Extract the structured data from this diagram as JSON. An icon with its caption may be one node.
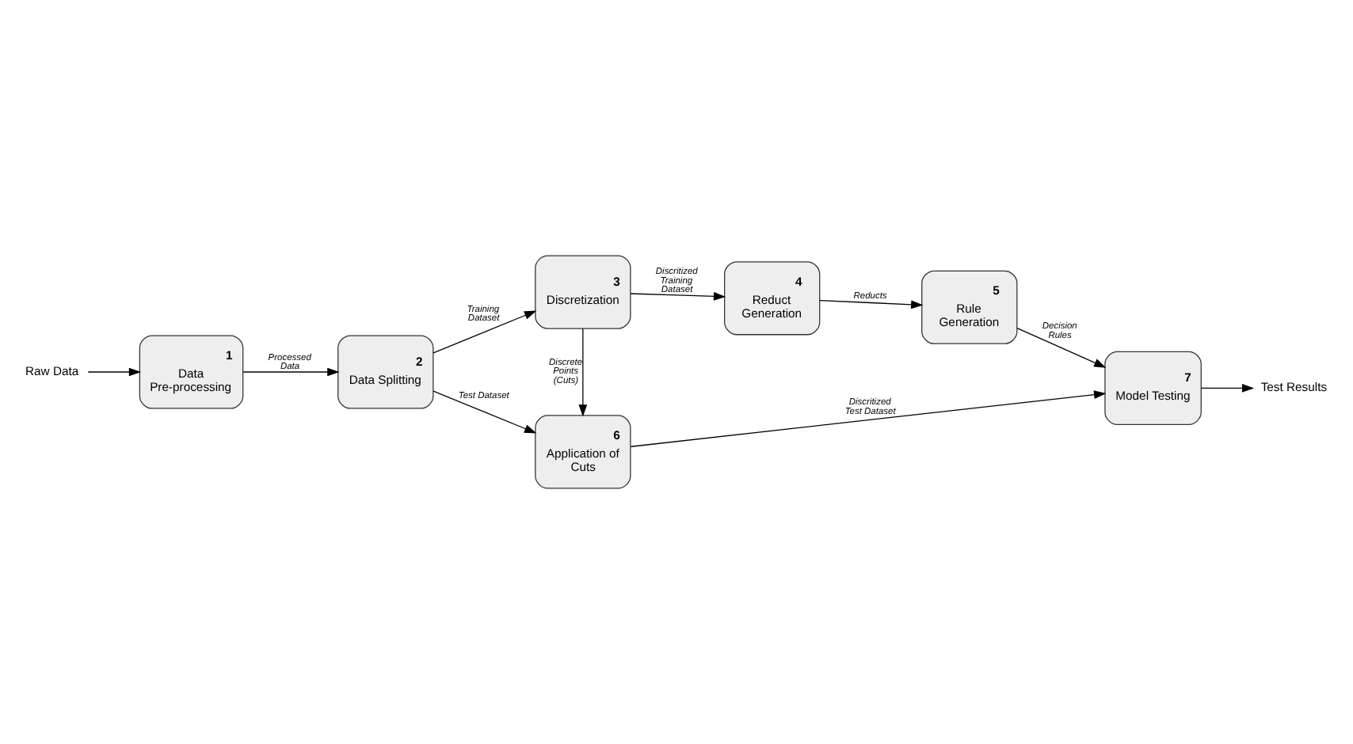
{
  "diagram": {
    "nodes": [
      {
        "text": [
          "Raw Data"
        ]
      },
      {
        "text": [
          "1",
          "Data Pre-processing"
        ]
      },
      {
        "text": [
          "2",
          "Data Splitting"
        ]
      },
      {
        "text": [
          "3",
          "Discretization"
        ]
      },
      {
        "text": [
          "4",
          "Reduct Generation"
        ]
      },
      {
        "text": [
          "5",
          "Rule Generation"
        ]
      },
      {
        "text": [
          "6",
          "Application of Cuts"
        ]
      },
      {
        "text": [
          "7",
          "Model Testing"
        ]
      },
      {
        "text": [
          "Test Results"
        ]
      }
    ],
    "edges": [
      {
        "from": 0,
        "to": 1,
        "arrow": "to"
      },
      {
        "from": 1,
        "to": 2,
        "arrow": "to",
        "label": "Processed Data"
      },
      {
        "from": 2,
        "to": 3,
        "arrow": "to",
        "label": "Training Dataset"
      },
      {
        "from": 2,
        "to": 6,
        "arrow": "to",
        "label": "Test Dataset"
      },
      {
        "from": 3,
        "to": 4,
        "arrow": "to",
        "label": "Discritized Training Dataset"
      },
      {
        "from": 4,
        "to": 5,
        "arrow": "to",
        "label": "Reducts"
      },
      {
        "from": 3,
        "to": 6,
        "arrow": "to",
        "label": "Discrete Points (Cuts)"
      },
      {
        "from": 5,
        "to": 7,
        "arrow": "to",
        "label": "Decision Rules"
      },
      {
        "from": 6,
        "to": 7,
        "arrow": "to",
        "label": "Discritized Test Dataset"
      },
      {
        "from": 7,
        "to": 8,
        "arrow": "to"
      }
    ]
  }
}
